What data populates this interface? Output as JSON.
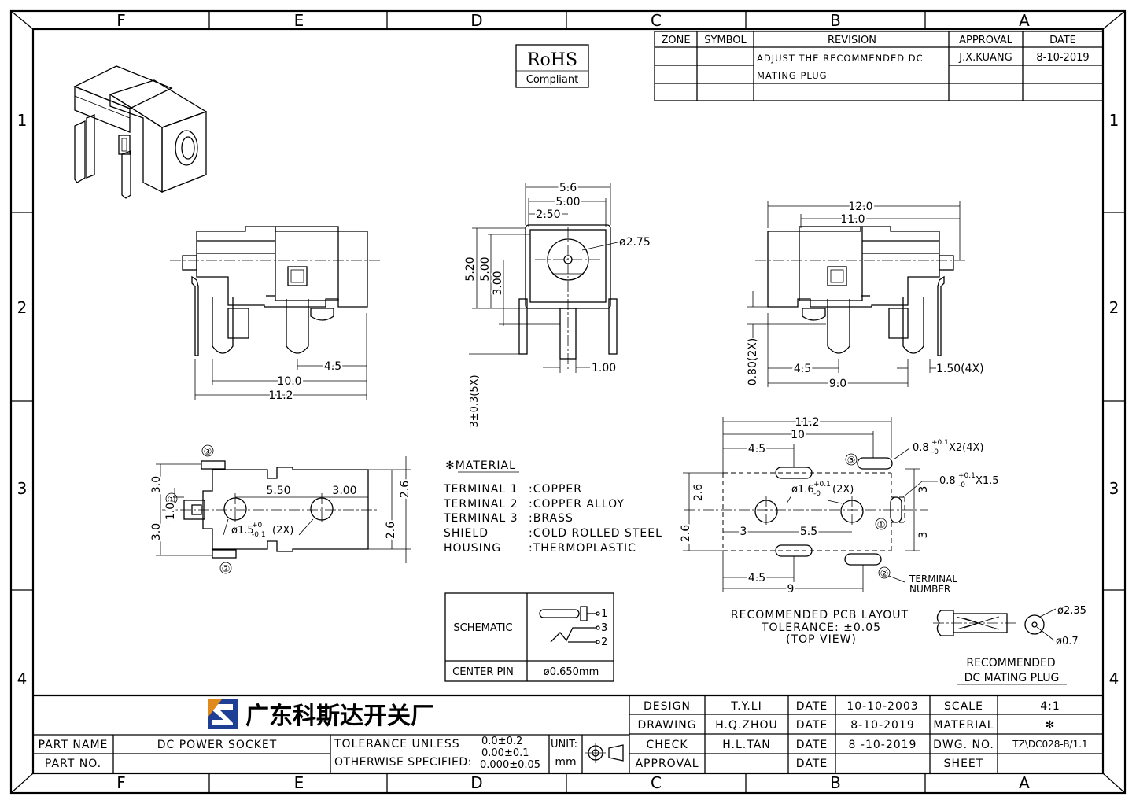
{
  "grid": {
    "columns": [
      "F",
      "E",
      "D",
      "C",
      "B",
      "A"
    ],
    "rows": [
      "1",
      "2",
      "3",
      "4"
    ]
  },
  "rohs": {
    "line1": "RoHS",
    "line2": "Compliant"
  },
  "revision_table": {
    "headers": [
      "ZONE",
      "SYMBOL",
      "REVISION",
      "APPROVAL",
      "DATE"
    ],
    "revision_line1": "ADJUST THE RECOMMENDED DC",
    "revision_line2": "MATING PLUG",
    "approval": "J.X.KUANG",
    "date": "8-10-2019"
  },
  "dims": {
    "left": {
      "d45": "4.5",
      "d100": "10.0",
      "d112": "11.2"
    },
    "front": {
      "d56": "5.6",
      "d500": "5.00",
      "d250": "2.50",
      "phi275": "ø2.75",
      "d520": "5.20",
      "d500v": "5.00",
      "d300v": "3.00",
      "d100": "1.00",
      "d3x": "3±0.3(5X)"
    },
    "right": {
      "d120": "12.0",
      "d110": "11.0",
      "d080": "0.80(2X)",
      "d45": "4.5",
      "d90": "9.0",
      "d150": "1.50(4X)"
    },
    "bottom": {
      "c3": "③",
      "c1": "①",
      "c2": "②",
      "d30a": "3.0",
      "d30b": "3.0",
      "d10": "1.0",
      "d550": "5.50",
      "d300": "3.00",
      "d26a": "2.6",
      "d26b": "2.6",
      "hole": "ø1.5",
      "hole_tol_top": "+0",
      "hole_tol_bot": "-0.1",
      "hole_qty": "(2X)"
    },
    "pcb": {
      "d112": "11.2",
      "d10": "10",
      "d45a": "4.5",
      "slot1": "0.8",
      "slot1_tol_top": "+0.1",
      "slot1_tol_bot": "-0",
      "slot1_qty": "X2(4X)",
      "slot2": "0.8",
      "slot2_tol_top": "+0.1",
      "slot2_tol_bot": "-0",
      "slot2_qty": "X1.5",
      "hole": "ø1.6",
      "hole_tol_top": "+0.1",
      "hole_tol_bot": "-0",
      "hole_qty": "(2X)",
      "d26a": "2.6",
      "d26b": "2.6",
      "d3a": "3",
      "d55": "5.5",
      "d3b": "3",
      "d3c": "3",
      "d45b": "4.5",
      "d9": "9",
      "c3": "③",
      "c1": "①",
      "c2": "②",
      "terminal_label1": "TERMINAL",
      "terminal_label2": "NUMBER"
    }
  },
  "material": {
    "title": "✻MATERIAL",
    "rows": [
      {
        "item": "TERMINAL  1",
        "value": ":COPPER"
      },
      {
        "item": "TERMINAL  2",
        "value": ":COPPER  ALLOY"
      },
      {
        "item": "TERMINAL  3",
        "value": ":BRASS"
      },
      {
        "item": "SHIELD",
        "value": ":COLD  ROLLED  STEEL"
      },
      {
        "item": "HOUSING",
        "value": ":THERMOPLASTIC"
      }
    ]
  },
  "schematic": {
    "label": "SCHEMATIC",
    "pin1": "1",
    "pin3": "3",
    "pin2": "2",
    "center_pin_label": "CENTER PIN",
    "center_pin_value": "ø0.650mm"
  },
  "pcb_note": {
    "line1": "RECOMMENDED PCB LAYOUT",
    "line2": "TOLERANCE: ±0.05",
    "line3": "(TOP VIEW)"
  },
  "plug": {
    "phi235": "ø2.35",
    "phi07": "ø0.7",
    "label1": "RECOMMENDED",
    "label2": "DC MATING PLUG"
  },
  "title_block": {
    "company": "广东科斯达开关厂",
    "part_name_label": "PART NAME",
    "part_name": "DC POWER SOCKET",
    "part_no_label": "PART NO.",
    "tolerance_line1": "TOLERANCE UNLESS",
    "tolerance_line2": "OTHERWISE SPECIFIED:",
    "tol1": "0.0±0.2",
    "tol2": "0.00±0.1",
    "tol3": "0.000±0.05",
    "unit_label": "UNIT:",
    "unit": "mm",
    "design_label": "DESIGN",
    "design": "T.Y.LI",
    "design_date_label": "DATE",
    "design_date": "10-10-2003",
    "drawing_label": "DRAWING",
    "drawing": "H.Q.ZHOU",
    "drawing_date_label": "DATE",
    "drawing_date": "8-10-2019",
    "check_label": "CHECK",
    "check": "H.L.TAN",
    "check_date_label": "DATE",
    "check_date": "8 -10-2019",
    "approval_label": "APPROVAL",
    "approval_date_label": "DATE",
    "scale_label": "SCALE",
    "scale": "4:1",
    "material_label": "MATERIAL",
    "material": "✻",
    "dwg_label": "DWG. NO.",
    "dwg": "TZ\\DC028-B/1.1",
    "sheet_label": "SHEET"
  }
}
